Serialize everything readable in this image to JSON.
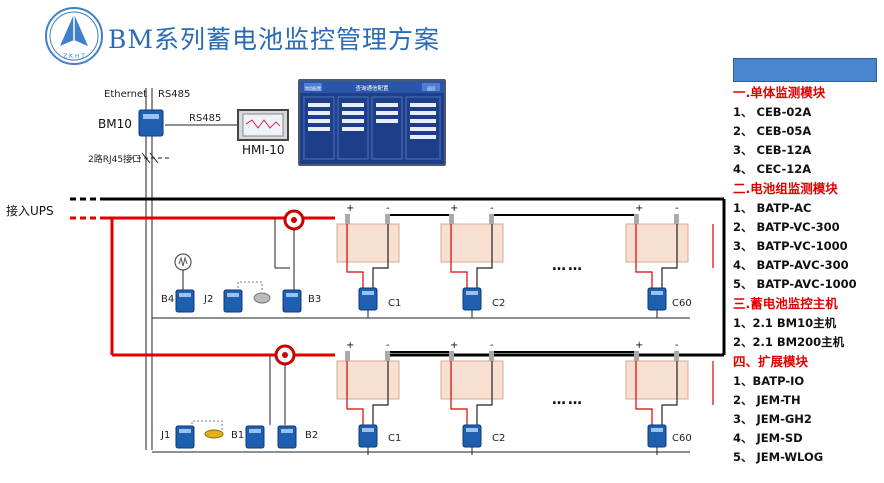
{
  "title": "BM系列蓄电池监控管理方案",
  "logo": {
    "text": "Z K H T"
  },
  "diagram": {
    "ethernet": "Ethernet",
    "rs485_top": "RS485",
    "rs485_link": "RS485",
    "bm10": "BM10",
    "hmi10": "HMI-10",
    "rj45": "2路RJ45接口",
    "ups": "接入UPS",
    "plus": "+",
    "minus": "-",
    "dots": "……",
    "group1": {
      "b4": "B4",
      "j2": "J2",
      "b3": "B3",
      "c1": "C1",
      "c2": "C2",
      "c60": "C60"
    },
    "group2": {
      "j1": "J1",
      "b1": "B1",
      "b2": "B2",
      "c1": "C1",
      "c2": "C2",
      "c60": "C60"
    },
    "hmi_screen": {
      "header": "查询通信配置",
      "left_btn": "常用配置",
      "right_btn": "返回"
    }
  },
  "panel": {
    "sections": [
      {
        "title": "一.单体监测模块",
        "items": [
          "1、 CEB-02A",
          "2、 CEB-05A",
          "3、 CEB-12A",
          "4、 CEC-12A"
        ]
      },
      {
        "title": "二.电池组监测模块",
        "items": [
          "1、  BATP-AC",
          "2、 BATP-VC-300",
          "3、 BATP-VC-1000",
          "4、 BATP-AVC-300",
          "5、  BATP-AVC-1000"
        ]
      },
      {
        "title": "三.蓄电池监控主机",
        "items": [
          "1、2.1  BM10主机",
          "2、2.1  BM200主机"
        ]
      },
      {
        "title": "四、扩展模块",
        "items": [
          "1、BATP-IO",
          "2、  JEM-TH",
          "3、  JEM-GH2",
          "4、  JEM-SD",
          "5、  JEM-WLOG"
        ]
      }
    ]
  },
  "colors": {
    "title": "#2a6bb3",
    "red_line": "#e00000",
    "section": "#e00000",
    "module": "#1f5fb0",
    "battery": "#f7dfd2"
  }
}
